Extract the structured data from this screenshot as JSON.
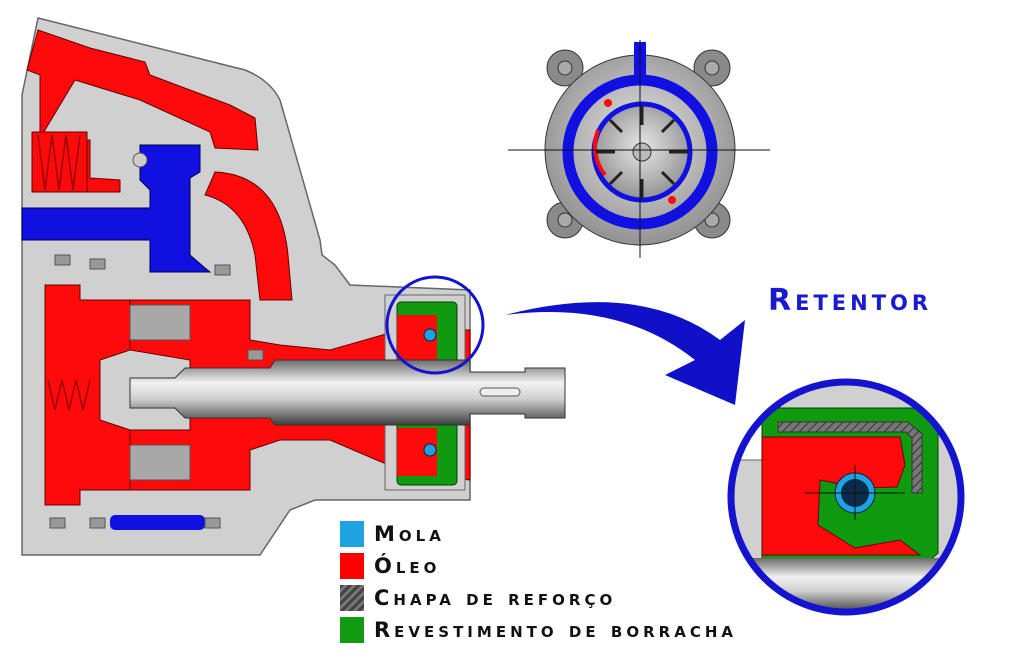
{
  "title": "Retentor",
  "legend": [
    {
      "label": "Mola",
      "color": "#1fa3e0"
    },
    {
      "label": "Óleo",
      "color": "#ff0000"
    },
    {
      "label": "Chapa de reforço",
      "color": "#555555"
    },
    {
      "label": "Revestimento de Borracha",
      "color": "#129b12"
    }
  ],
  "colors": {
    "housing": "#d0d0d0",
    "oil": "#ff0a0a",
    "blue_fluid": "#1010e0",
    "rubber": "#109a10",
    "spring": "#1fa3e0",
    "outline": "#555555",
    "highlight": "#1414d0"
  }
}
